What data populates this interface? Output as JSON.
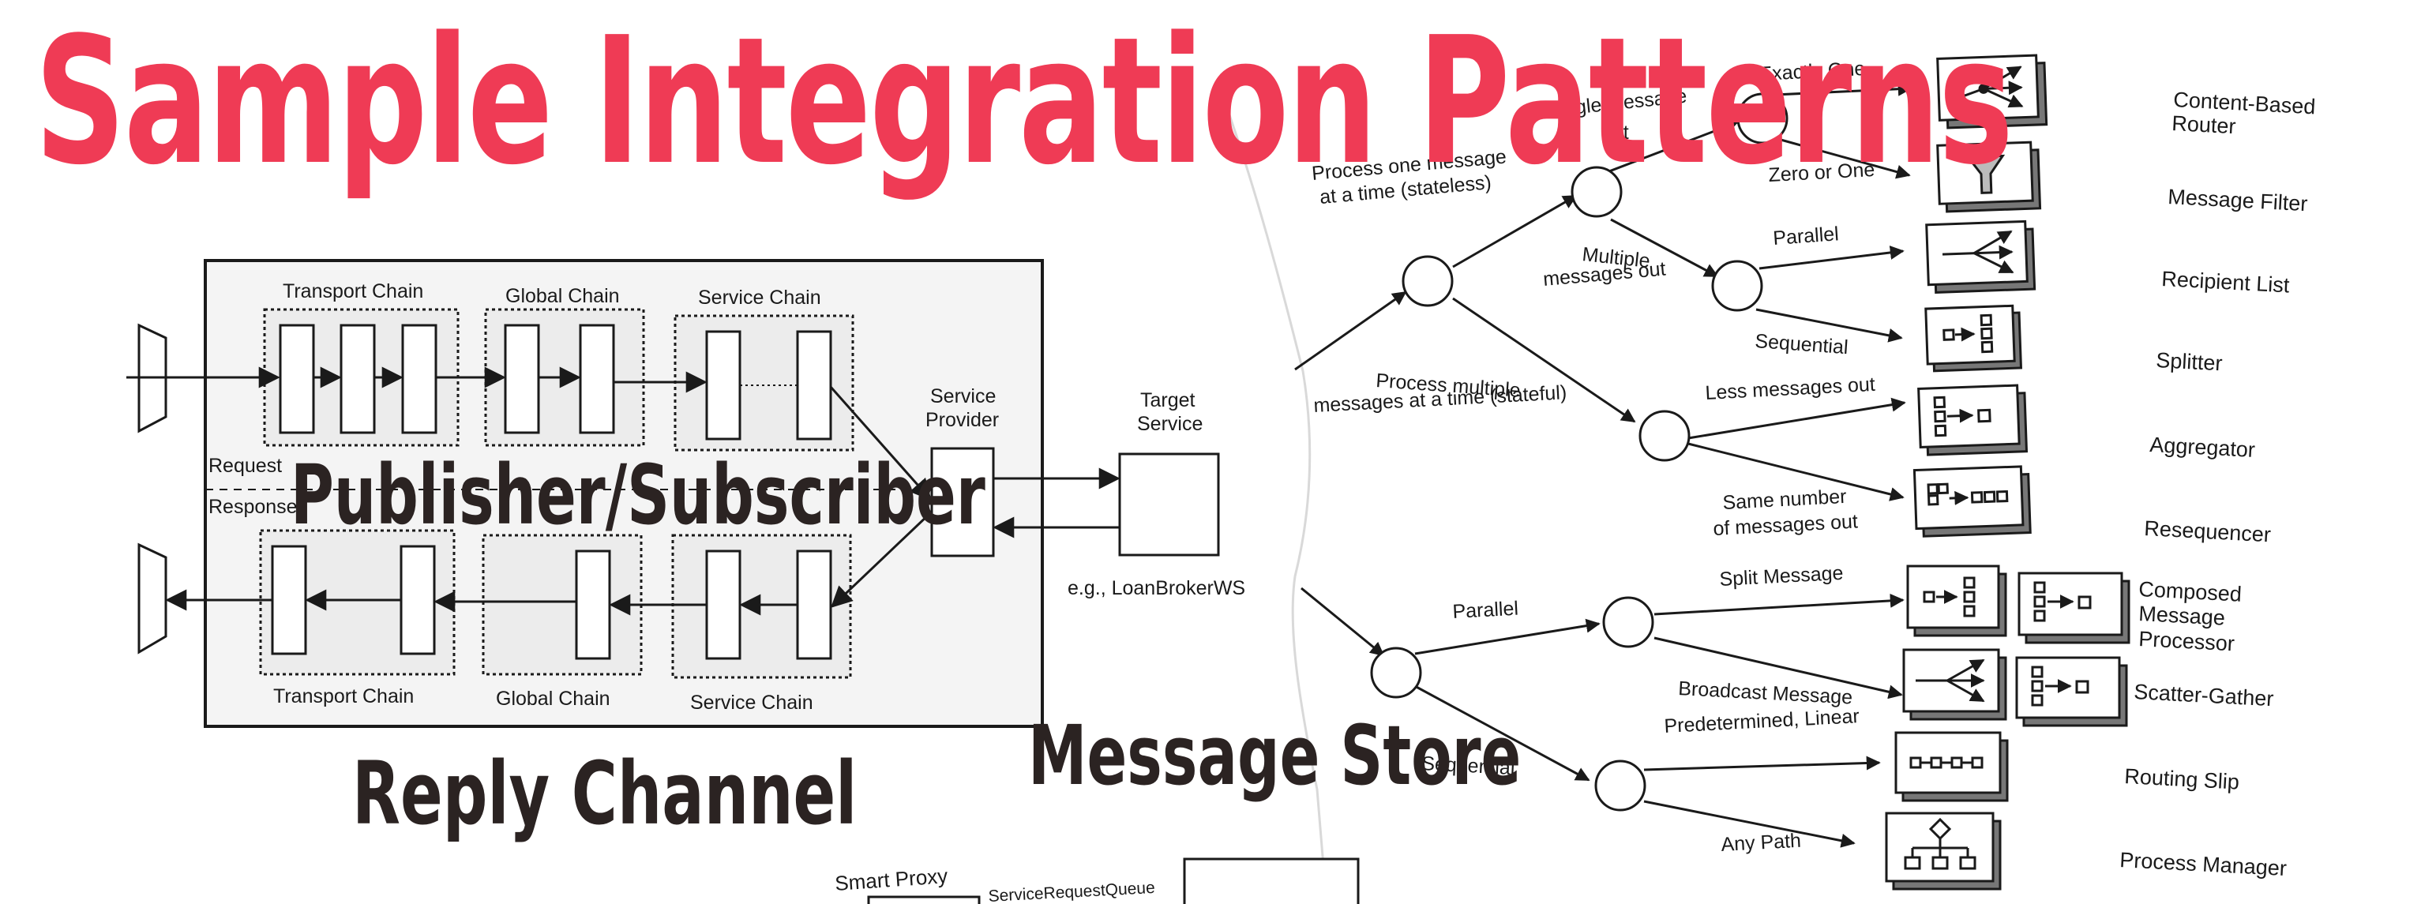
{
  "title": "Sample Integration Patterns",
  "overlays": {
    "publisher_subscriber": "Publisher/Subscriber",
    "message_store": "Message Store",
    "reply_channel": "Reply Channel"
  },
  "colors": {
    "title": "#ef3b55",
    "overlay": "#2b2322",
    "line": "#1a1a1a",
    "paper": "#ffffff"
  },
  "left_diagram": {
    "top_chains": [
      "Transport Chain",
      "Global Chain",
      "Service Chain"
    ],
    "bottom_chains": [
      "Transport Chain",
      "Global Chain",
      "Service Chain"
    ],
    "request_label": "Request",
    "response_label": "Response",
    "provider_label_1": "Service",
    "provider_label_2": "Provider",
    "target_label_1": "Target",
    "target_label_2": "Service",
    "example_label": "e.g., LoanBrokerWS"
  },
  "bottom_fragment": {
    "smart_proxy": "Smart Proxy",
    "queue": "ServiceRequestQueue"
  },
  "decision_tree": {
    "top_branch": {
      "one_at_a_time_1": "Process one message",
      "one_at_a_time_2": "at a time (stateless)",
      "single_out_1": "Single message",
      "single_out_2": "out",
      "exactly_one": "Exactly One",
      "zero_or_one": "Zero or One",
      "multiple_out_1": "Multiple",
      "multiple_out_2": "messages out",
      "parallel": "Parallel",
      "sequential": "Sequential",
      "multi_stateful_1": "Process multiple",
      "multi_stateful_2": "messages at a time (stateful)",
      "less_out": "Less messages out",
      "same_number_1": "Same number",
      "same_number_2": "of messages out"
    },
    "bottom_branch": {
      "parallel": "Parallel",
      "split_message": "Split Message",
      "broadcast_message": "Broadcast Message",
      "sequential": "Sequential",
      "predetermined": "Predetermined, Linear",
      "any_path": "Any Path"
    }
  },
  "patterns": [
    {
      "line1": "Content-Based",
      "line2": "Router",
      "line3": "",
      "icon": "content-based-router-icon"
    },
    {
      "line1": "Message Filter",
      "line2": "",
      "line3": "",
      "icon": "message-filter-icon"
    },
    {
      "line1": "Recipient List",
      "line2": "",
      "line3": "",
      "icon": "recipient-list-icon"
    },
    {
      "line1": "Splitter",
      "line2": "",
      "line3": "",
      "icon": "splitter-icon"
    },
    {
      "line1": "Aggregator",
      "line2": "",
      "line3": "",
      "icon": "aggregator-icon"
    },
    {
      "line1": "Resequencer",
      "line2": "",
      "line3": "",
      "icon": "resequencer-icon"
    },
    {
      "line1": "Composed",
      "line2": "Message",
      "line3": "Processor",
      "icon": "composed-message-processor-icon"
    },
    {
      "line1": "Scatter-Gather",
      "line2": "",
      "line3": "",
      "icon": "scatter-gather-icon"
    },
    {
      "line1": "Routing Slip",
      "line2": "",
      "line3": "",
      "icon": "routing-slip-icon"
    },
    {
      "line1": "Process Manager",
      "line2": "",
      "line3": "",
      "icon": "process-manager-icon"
    }
  ]
}
